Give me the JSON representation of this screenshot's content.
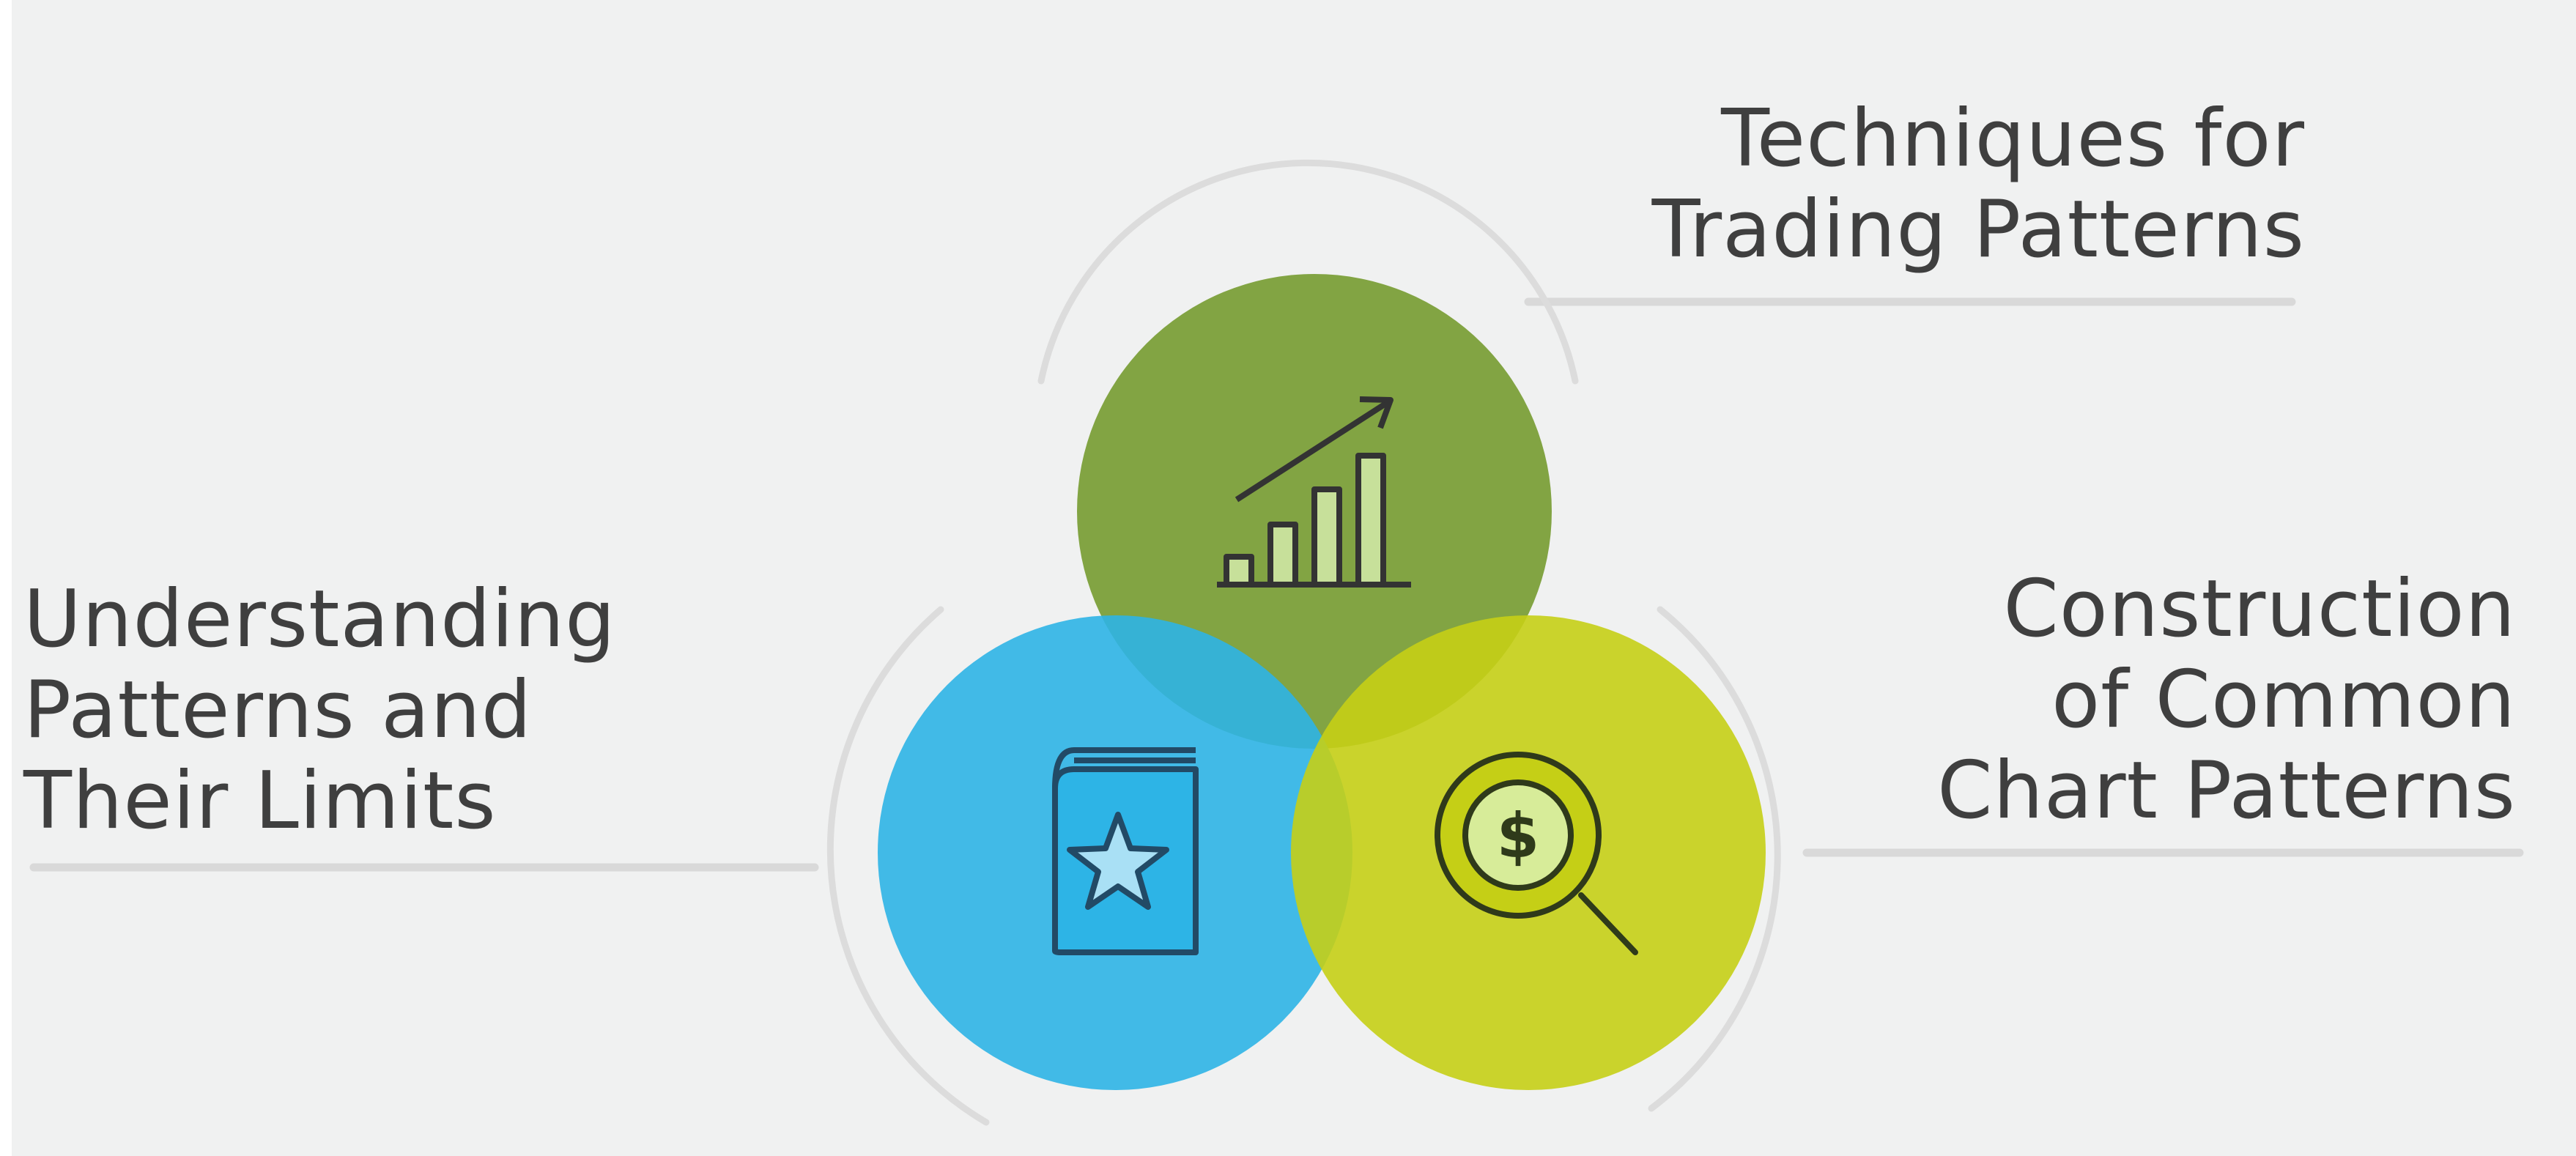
{
  "diagram": {
    "items": [
      {
        "id": "techniques",
        "lines": [
          "Techniques for",
          "Trading Patterns"
        ],
        "color": "#7a9e36",
        "icon": "growth-chart-icon"
      },
      {
        "id": "understanding",
        "lines": [
          "Understanding",
          "Patterns and",
          "Their Limits"
        ],
        "color": "#2db4e6",
        "icon": "star-book-icon"
      },
      {
        "id": "construction",
        "lines": [
          "Construction",
          "of Common",
          "Chart Patterns"
        ],
        "color": "#c5cf16",
        "icon": "dollar-magnifier-icon"
      }
    ],
    "colors": {
      "background": "#f0f1f1",
      "connector": "#d9d9d9",
      "text": "#3f3f3f",
      "icon_stroke": "#333333"
    }
  }
}
